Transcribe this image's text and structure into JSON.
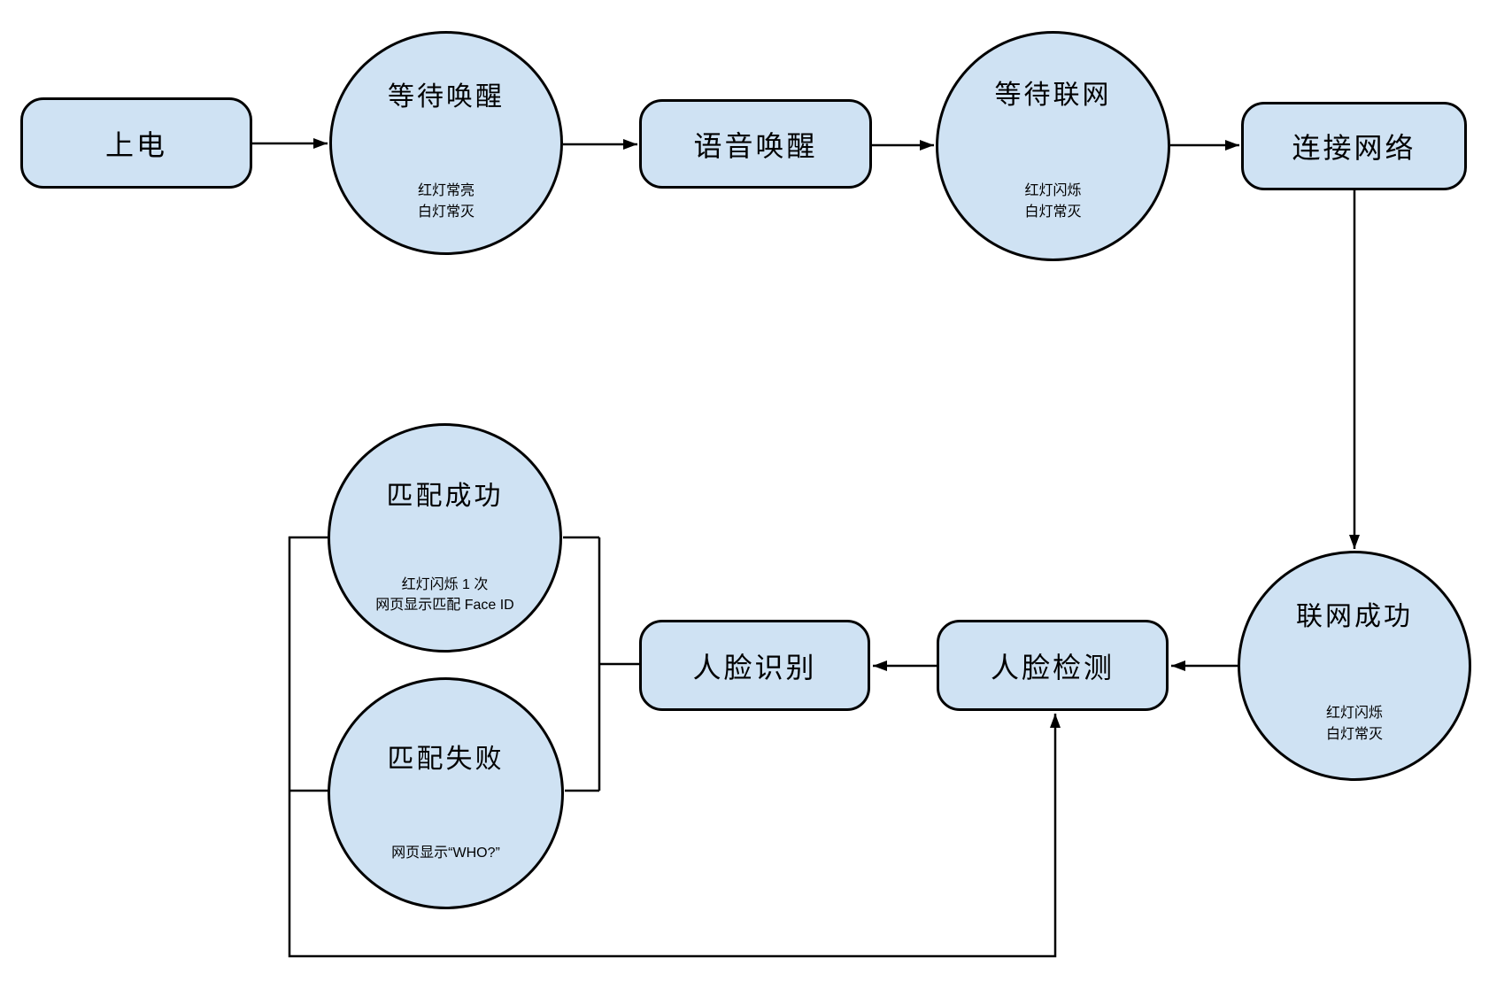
{
  "diagram": {
    "nodes": {
      "power_on": {
        "label": "上电"
      },
      "wait_wake": {
        "label": "等待唤醒",
        "note_line1": "红灯常亮",
        "note_line2": "白灯常灭"
      },
      "voice_wake": {
        "label": "语音唤醒"
      },
      "wait_network": {
        "label": "等待联网",
        "note_line1": "红灯闪烁",
        "note_line2": "白灯常灭"
      },
      "connect_network": {
        "label": "连接网络"
      },
      "network_success": {
        "label": "联网成功",
        "note_line1": "红灯闪烁",
        "note_line2": "白灯常灭"
      },
      "face_detect": {
        "label": "人脸检测"
      },
      "face_recognize": {
        "label": "人脸识别"
      },
      "match_success": {
        "label": "匹配成功",
        "note_line1": "红灯闪烁 1 次",
        "note_line2": "网页显示匹配 Face ID"
      },
      "match_fail": {
        "label": "匹配失败",
        "note_line1": "网页显示“WHO?”"
      }
    },
    "edges": [
      {
        "from": "power_on",
        "to": "wait_wake",
        "arrow": true
      },
      {
        "from": "wait_wake",
        "to": "voice_wake",
        "arrow": true
      },
      {
        "from": "voice_wake",
        "to": "wait_network",
        "arrow": true
      },
      {
        "from": "wait_network",
        "to": "connect_network",
        "arrow": true
      },
      {
        "from": "connect_network",
        "to": "network_success",
        "arrow": true
      },
      {
        "from": "network_success",
        "to": "face_detect",
        "arrow": true
      },
      {
        "from": "face_detect",
        "to": "face_recognize",
        "arrow": true
      },
      {
        "from": "face_recognize",
        "to": "match_success",
        "arrow": false
      },
      {
        "from": "face_recognize",
        "to": "match_fail",
        "arrow": false
      },
      {
        "from": "match_success",
        "to": "face_detect",
        "arrow": true
      },
      {
        "from": "match_fail",
        "to": "face_detect",
        "arrow": true
      }
    ],
    "colors": {
      "node_fill": "#cfe2f3",
      "node_border": "#000000",
      "connector": "#000000",
      "background": "#ffffff"
    }
  }
}
